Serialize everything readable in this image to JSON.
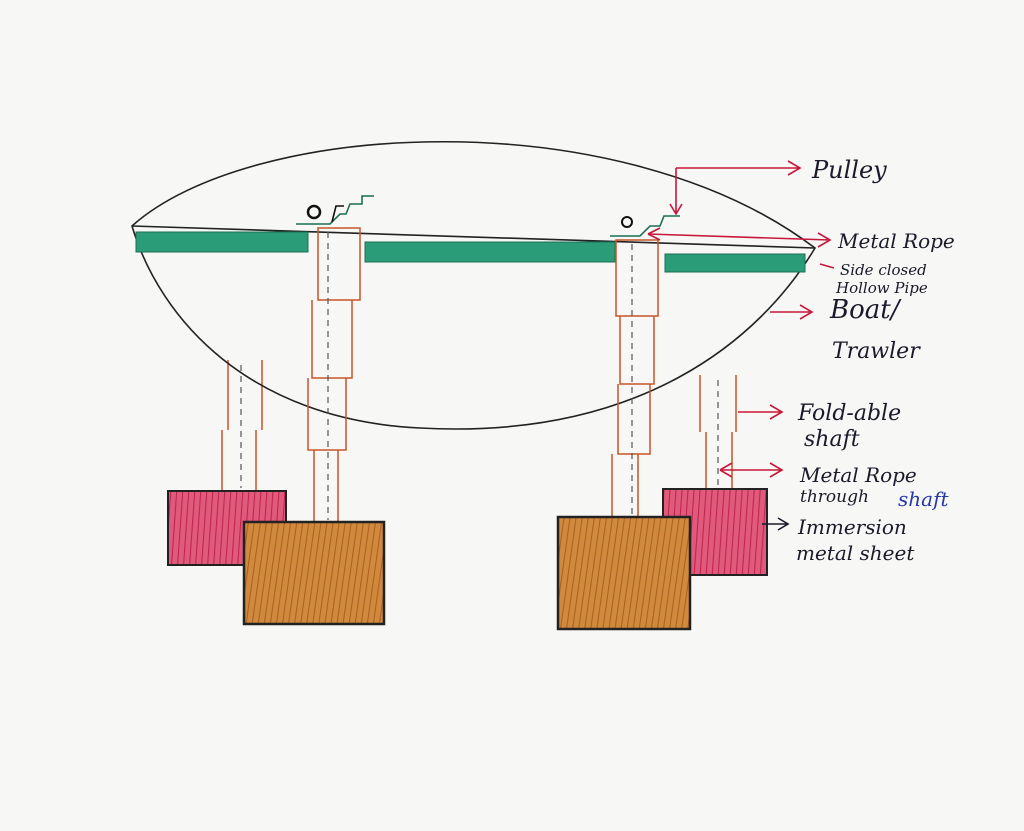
{
  "labels": {
    "pulley": "Pulley",
    "metal_rope": "Metal Rope",
    "side_closed_line1": "Side closed",
    "side_closed_line2": "Hollow Pipe",
    "boat_line1": "Boat/",
    "boat_line2": "Trawler",
    "foldable_line1": "Fold-able",
    "foldable_line2": "shaft",
    "metal_rope_through_line1": "Metal Rope",
    "metal_rope_through_line2a": "through",
    "metal_rope_through_line2b": "shaft",
    "immersion_line1": "Immersion",
    "immersion_line2": "metal sheet"
  },
  "colors": {
    "pipe": "#2a9d78",
    "shaft": "#c9552a",
    "front_sheet": "#c8782e",
    "back_sheet": "#d0385e",
    "arrow": "#c8173a",
    "ink": "#1a1a2a",
    "ink_blue": "#2838a8"
  }
}
